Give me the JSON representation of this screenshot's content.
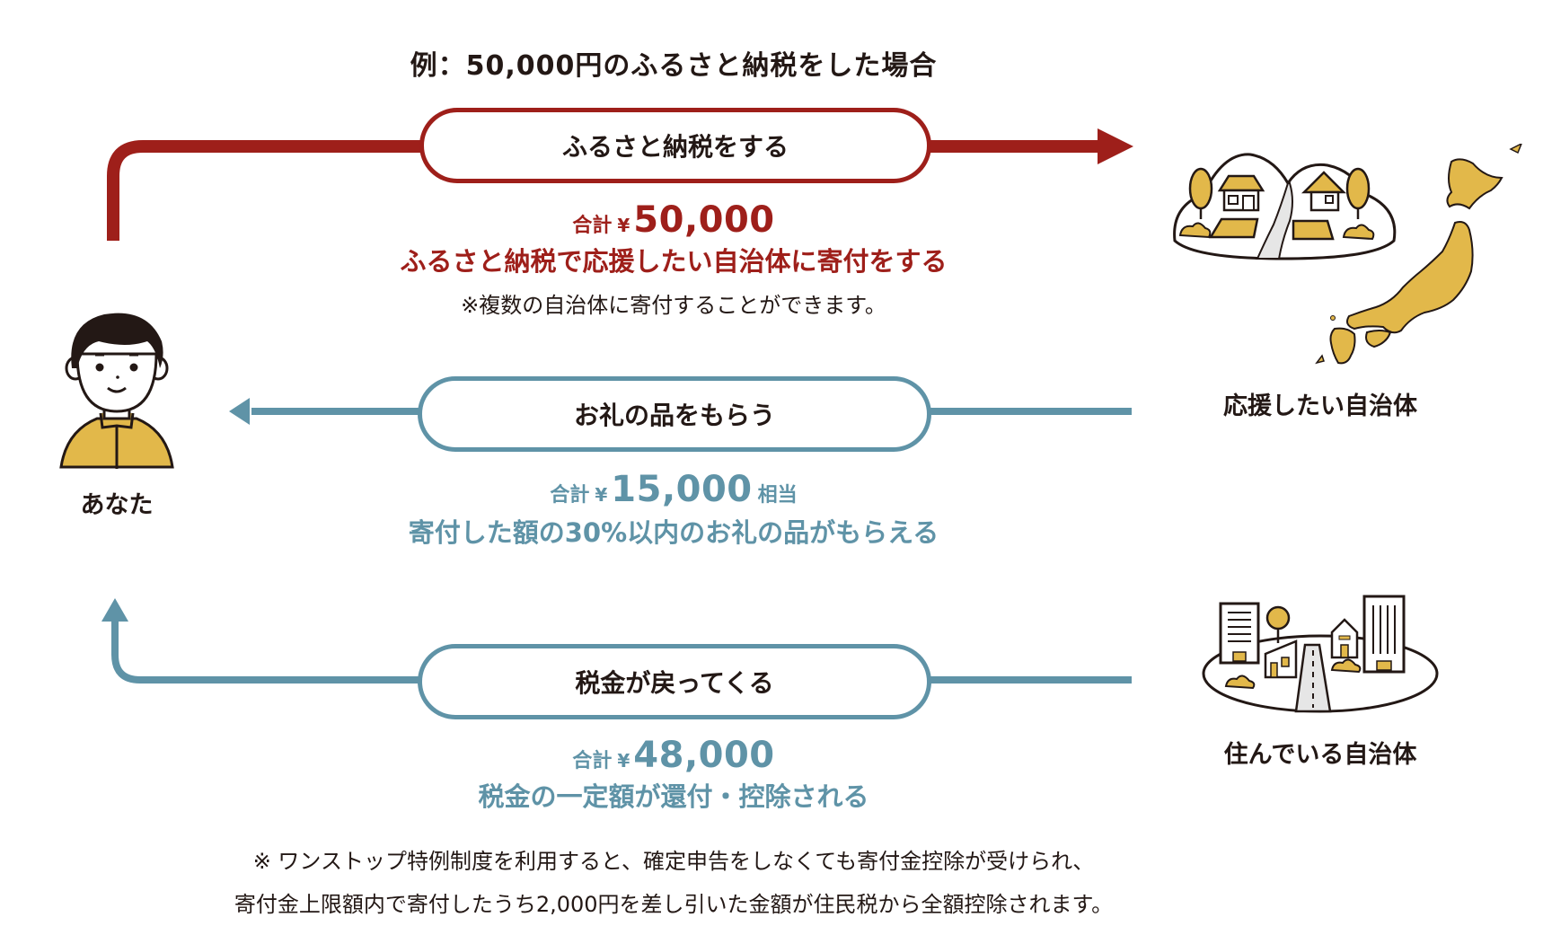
{
  "title": "例：50,000円のふるさと納税をした場合",
  "actors": {
    "you": {
      "label": "あなた",
      "icon": "person-icon"
    },
    "supported_municipality": {
      "label": "応援したい自治体",
      "icon": "japan-map-icon"
    },
    "home_municipality": {
      "label": "住んでいる自治体",
      "icon": "town-icon"
    }
  },
  "steps": [
    {
      "pill_label": "ふるさと納税をする",
      "direction": "you-to-supported",
      "amount_prefix": "合計",
      "currency": "¥",
      "amount": "50,000",
      "amount_suffix": "",
      "description": "ふるさと納税で応援したい自治体に寄付をする",
      "note": "※複数の自治体に寄付することができます。"
    },
    {
      "pill_label": "お礼の品をもらう",
      "direction": "supported-to-you",
      "amount_prefix": "合計",
      "currency": "¥",
      "amount": "15,000",
      "amount_suffix": "相当",
      "description": "寄付した額の30%以内のお礼の品がもらえる"
    },
    {
      "pill_label": "税金が戻ってくる",
      "direction": "home-to-you",
      "amount_prefix": "合計",
      "currency": "¥",
      "amount": "48,000",
      "amount_suffix": "",
      "description": "税金の一定額が還付・控除される"
    }
  ],
  "footnote": {
    "line1": "※ ワンストップ特例制度を利用すると、確定申告をしなくても寄付金控除が受けられ、",
    "line2": "寄付金上限額内で寄付したうち2,000円を差し引いた金額が住民税から全額控除されます。"
  },
  "colors": {
    "red": "#9e1f1a",
    "teal": "#5f93a7",
    "mustard": "#e2b84a",
    "ink": "#231815"
  }
}
